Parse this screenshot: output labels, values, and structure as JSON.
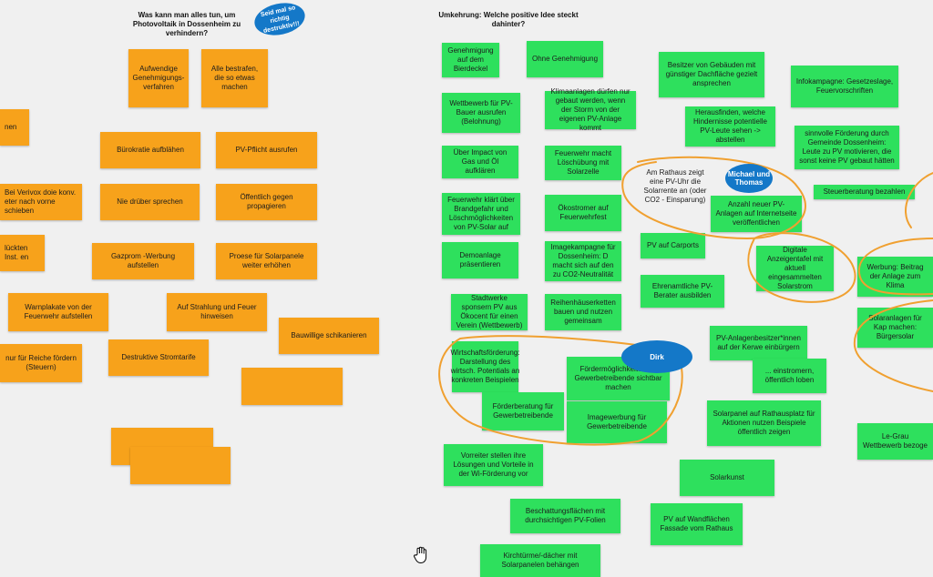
{
  "left_heading": "Was kann man alles tun, um Photovoltaik in Dossenheim zu verhindern?",
  "right_heading": "Umkehrung: Welche positive Idee steckt dahinter?",
  "blob_seid": "Seid mal so richtig destruktiv!!!",
  "blob_michael": "Michael und Thomas",
  "blob_dirk": "Dirk",
  "orange_notes": [
    "Aufwendige Genehmigungs-verfahren",
    "Alle bestrafen, die so etwas machen",
    "nen",
    "Bürokratie aufblähen",
    "PV-Pflicht ausrufen",
    "Bei Verivox doie konv. eter nach vorne schieben",
    "Nie drüber sprechen",
    "Öffentlich gegen propagieren",
    "lückten Inst. en",
    "Gazprom -Werbung aufstellen",
    "Proese für Solarpanele weiter erhöhen",
    "Warnplakate von der Feuerwehr aufstellen",
    "Auf Strahlung und Feuer hinweisen",
    "Bauwillige schikanieren",
    "nur für Reiche fördern (Steuern)",
    "Destruktive Stromtarife",
    "",
    "",
    ""
  ],
  "green_notes": [
    "Genehmigung auf dem Bierdeckel",
    "Ohne Genehmigung",
    "Besitzer von Gebäuden mit günstiger Dachfläche gezielt ansprechen",
    "Infokampagne: Gesetzeslage, Feuervorschriften",
    "Wettbewerb für PV-Bauer ausrufen (Belohnung)",
    "Klimaanlagen dürfen nur gebaut werden, wenn der Storm von der eigenen PV-Anlage kommt",
    "Herausfinden, welche Hindernisse potentielle PV-Leute sehen -> abstellen",
    "sinnvolle Förderung durch Gemeinde Dossenheim: Leute zu PV motivieren, die sonst keine PV gebaut hätten",
    "Über Impact von Gas und Öl aufklären",
    "Feuerwehr macht Löschübung mit Solarzelle",
    "Steuerberatung bezahlen",
    "Feuerwehr klärt über Brandgefahr und Löschmöglichkeiten von PV-Solar auf",
    "Ökostromer auf Feuerwehrfest",
    "Anzahl neuer PV-Anlagen auf Internetseite veröffentlichen",
    "PV auf Carports",
    "Demoanlage präsentieren",
    "Imagekampagne für Dossenheim: D macht sich auf den zu CO2-Neutralität",
    "Digitale Anzeigentafel mit aktuell eingesammelten Solarstrom",
    "Werbung: Beitrag der Anlage zum Klima",
    "Ehrenamtliche PV-Berater ausbilden",
    "Stadtwerke sponsern PV aus Ökocent für einen Verein (Wettbewerb)",
    "Reihenhäuserketten bauen und nutzen gemeinsam",
    "Solaranlagen für Kap machen: Bürgersolar",
    "PV-Anlagenbesitzer*innen auf der Kerwe einbürgern",
    "Wirtschaftsförderung: Darstellung des wirtsch. Potentials an konkreten Beispielen",
    "Fördermöglichkeiten für Gewerbetreibende sichtbar machen",
    "... einstromern, öffentlich loben",
    "Förderberatung für Gewerbetreibende",
    "Imagewerbung für Gewerbetreibende",
    "Solarpanel auf Rathausplatz für Aktionen nutzen Beispiele öffentlich zeigen",
    "Le-Grau Wettbewerb bezoge",
    "Vorreiter stellen ihre Lösungen und Vorteile in der Wi-Förderung vor",
    "Solarkunst",
    "Beschattungsflächen mit durchsichtigen PV-Folien",
    "PV auf Wandflächen Fassade vom Rathaus",
    "Kirchtürme/-dächer mit Solarpanelen behängen"
  ],
  "ink_note": "Am Rathaus zeigt eine PV-Uhr die Solarrente an (oder CO2 - Einsparung)",
  "colors": {
    "orange": "#f7a21b",
    "green": "#2ee05d",
    "blob": "#1478c8",
    "ink": "#f0a030",
    "background": "#f0f0f0"
  },
  "cursor_icon": "hand-grab-icon"
}
